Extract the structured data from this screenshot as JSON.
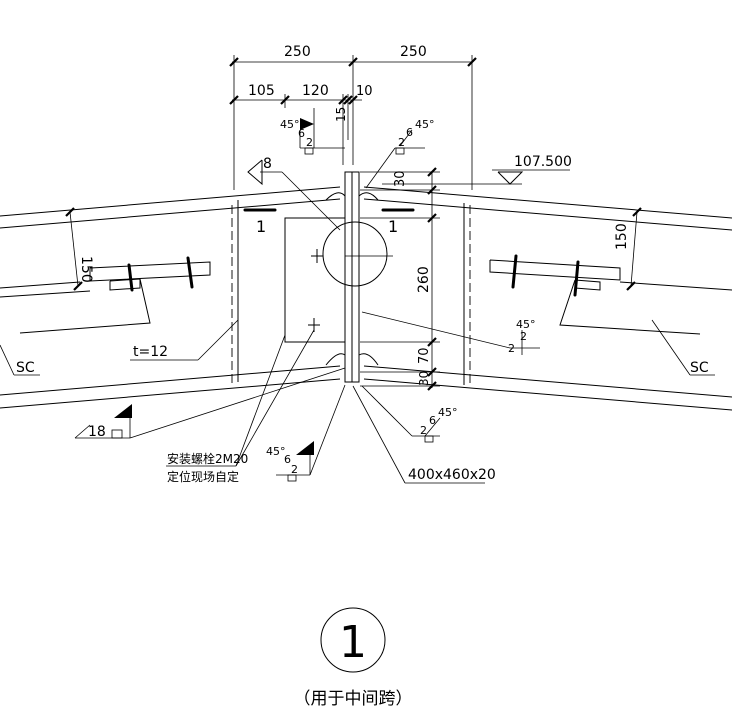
{
  "dimensions": {
    "top_left": "250",
    "top_right": "250",
    "sub_105": "105",
    "sub_120": "120",
    "sub_10": "10",
    "sub_15": "15",
    "left_depth": "150",
    "right_depth": "150",
    "d_30_top": "30",
    "d_260": "260",
    "d_70": "70",
    "d_30_bottom": "30"
  },
  "elevation": "107.500",
  "weld_marks": {
    "angle": "45°",
    "size_6": "6",
    "gap_2": "2",
    "fillet_8": "8",
    "fillet_18": "18"
  },
  "labels": {
    "section_mark_left": "1",
    "section_mark_right": "1",
    "sc_left": "SC",
    "sc_right": "SC",
    "plate_thickness": "t=12",
    "bolt_note_line1": "安装螺栓2M20",
    "bolt_note_line2": "定位现场自定",
    "end_plate": "400x460x20"
  },
  "detail": {
    "number": "1",
    "caption": "（用于中间跨）"
  }
}
